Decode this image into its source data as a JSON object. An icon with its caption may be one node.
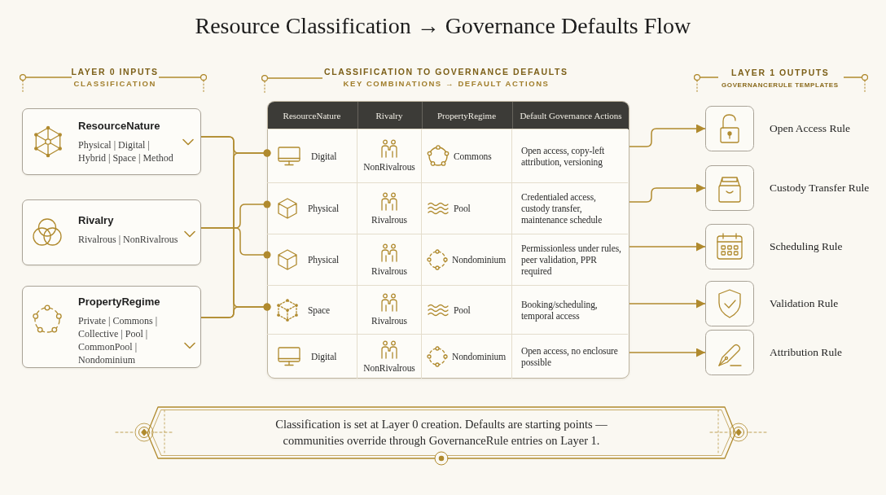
{
  "diagram": {
    "title": "Resource Classification → Governance Defaults Flow",
    "caption": "Classification is set at Layer 0 creation. Defaults are starting points — communities override through GovernanceRule entries on Layer 1.",
    "nodes": [
      {
        "text": [
          "ResourceNature",
          "Physical | Digital | Hybrid | Space | Method"
        ]
      },
      {
        "text": [
          "Rivalry",
          "Rivalrous | NonRivalrous"
        ]
      },
      {
        "text": [
          "PropertyRegime",
          "Private | Commons | Collective | Pool | CommonPool | Nondominium"
        ]
      },
      {
        "text": [
          "ResourceNature",
          "Rivalry",
          "PropertyRegime",
          "Default Governance Actions"
        ]
      },
      {
        "text": [
          "Digital",
          "NonRivalrous",
          "Commons",
          "Open access, copy-left attribution, versioning"
        ],
        "in": 3
      },
      {
        "text": [
          "Physical",
          "Rivalrous",
          "Pool",
          "Credentialed access, custody transfer, maintenance schedule"
        ],
        "in": 3
      },
      {
        "text": [
          "Physical",
          "Rivalrous",
          "Nondominium",
          "Permissionless under rules, peer validation, PPR required"
        ],
        "in": 3
      },
      {
        "text": [
          "Space",
          "Rivalrous",
          "Pool",
          "Booking/scheduling, temporal access"
        ],
        "in": 3
      },
      {
        "text": [
          "Digital",
          "NonRivalrous",
          "Nondominium",
          "Open access, no enclosure possible"
        ],
        "in": 3
      },
      {
        "text": [],
        "shape": "box",
        "beside": [
          "Open Access Rule"
        ]
      },
      {
        "text": [],
        "shape": "box",
        "beside": [
          "Custody Transfer Rule"
        ]
      },
      {
        "text": [],
        "shape": "box",
        "beside": [
          "Scheduling Rule"
        ]
      },
      {
        "text": [],
        "shape": "box",
        "beside": [
          "Validation Rule"
        ]
      },
      {
        "text": [],
        "shape": "box",
        "beside": [
          "Attribution Rule"
        ]
      }
    ],
    "edges": [
      {
        "from": 0,
        "to": 4,
        "arrow": "other"
      },
      {
        "from": 0,
        "to": 7,
        "arrow": "other"
      },
      {
        "from": 2,
        "to": 4,
        "arrow": "other"
      },
      {
        "from": 2,
        "to": 7,
        "arrow": "other"
      },
      {
        "from": 1,
        "to": 5,
        "arrow": "other"
      },
      {
        "from": 1,
        "to": 6,
        "arrow": "other"
      },
      {
        "from": 4,
        "to": 9,
        "arrow": "to"
      },
      {
        "from": 5,
        "to": 10,
        "arrow": "to"
      },
      {
        "from": 6,
        "to": 11,
        "arrow": "to"
      },
      {
        "from": 7,
        "to": 12,
        "arrow": "to"
      },
      {
        "from": 8,
        "to": 13,
        "arrow": "to"
      }
    ],
    "labels": [
      "LAYER 0 INPUTS",
      "CLASSIFICATION",
      "CLASSIFICATION TO GOVERNANCE DEFAULTS",
      "KEY COMBINATIONS → DEFAULT ACTIONS",
      "LAYER 1 OUTPUTS",
      "GOVERNANCERULE TEMPLATES"
    ]
  }
}
